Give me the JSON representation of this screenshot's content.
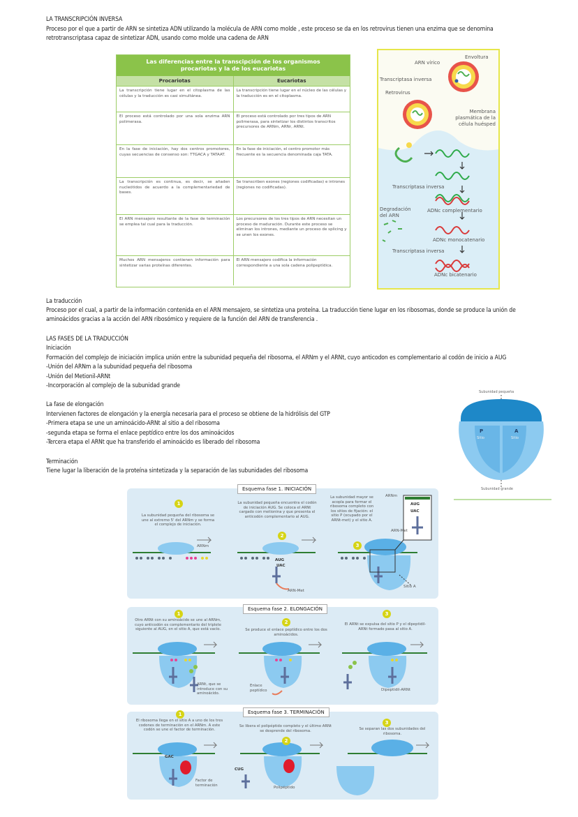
{
  "section1": {
    "title": "LA TRANSCRIPCIÓN INVERSA",
    "line1": "Proceso por el que a partir de ARN se sintetiza ADN utilizando la molécula de ARN como molde , este proceso se da en los retrovirus tienen una enzima que se denomina",
    "line2": "retrotranscriptasa capaz de sintetizar ADN, usando como molde una cadena de ARN"
  },
  "table": {
    "title": "Las diferencias entre la transcipción de los organismos procariotas y la de los eucariotas",
    "col1": "Procariotas",
    "col2": "Eucariotas",
    "rows": [
      {
        "p": "La transcripción tiene lugar en el citoplasma de las células y la traducción es casi simultánea.",
        "e": "La transcripción tiene lugar en el núcleo de las células y la traducción es en el citoplasma."
      },
      {
        "p": "El proceso está controlado por una sola enzima ARN polimerasa.",
        "e": "El proceso está controlado por tres tipos de ARN polimerasa, para sintetizar los distintos transcritos precursores de ARNm, ARNr, ARNt."
      },
      {
        "p": "En la fase de iniciación, hay dos centros promotores, cuyas secuencias de consenso son: TTGACA y TATAAT.",
        "e": "En la fase de iniciación, el centro promotor más frecuente es la secuencia denominada caja TATA."
      },
      {
        "p": "La transcripción es continua, es decir, se añaden nucleótidos de acuerdo a la complementariedad de bases.",
        "e": "Se transcriben exones (regiones codificadas) e intrones (regiones no codificadas)."
      },
      {
        "p": "El ARN mensajero resultante de la fase de terminación se emplea tal cual para la traducción.",
        "e": "Los precursores de los tres tipos de ARN necesitan un proceso de maduración. Durante este proceso se eliminan los intrones, mediante un proceso de splicing y se unen los exones."
      },
      {
        "p": "Muchos ARN mensajeros contienen información para sintetizar varias proteínas diferentes.",
        "e": "El ARN mensajero codifica la información correspondiente a una sola cadena polipeptídica."
      }
    ]
  },
  "retro": {
    "arn_virico": "ARN vírico",
    "envoltura": "Envoltura",
    "transcriptasa1": "Transcriptasa inversa",
    "retrovirus": "Retrovirus",
    "membrana": "Membrana plasmática de la célula huésped",
    "transcriptasa2": "Transcriptasa inversa",
    "degradacion": "Degradación del ARN",
    "adnc_comp": "ADNc complementario",
    "adnc_mono": "ADNc monocatenario",
    "transcriptasa3": "Transcriptasa inversa",
    "adnc_bi": "ADNc bicatenario"
  },
  "traduccion": {
    "title": "La traducción",
    "line1": "Proceso por el cual, a partir de la información contenida en el ARN mensajero, se sintetiza una proteína. La traducción tiene lugar en los ribosomas, donde se produce la unión de",
    "line2": "aminoácidos gracias a la acción del ARN ribosómico y requiere de la función del ARN de transferencia ."
  },
  "fases": {
    "title": "LAS FASES DE LA TRADUCCIÓN",
    "iniciacion": "Iniciación",
    "ini_line": "Formación del complejo de iniciación implica unión entre la subunidad pequeña del ribosoma, el ARNm y el ARNt, cuyo anticodon es complementario al  codón de inicio a AUG",
    "ini_b1": "-Unión del ARNm a la subunidad pequeña del ribosoma",
    "ini_b2": "-Unión del Metionil-ARNt",
    "ini_b3": "-Incorporación al complejo de la subunidad grande",
    "elong_title": "La fase de elongación",
    "elong_line": "Intervienen factores de elongación y la energía necesaria para el proceso se obtiene de la hidrólisis del  GTP",
    "elong_b1": "-Primera etapa se une un aminoácido-ARNt al sitio a del ribosoma",
    "elong_b2": "-segunda etapa se forma el enlace peptídico entre los dos aminoácidos",
    "elong_b3": "-Tercera etapa el ARNt que ha transferido el aminoácido es liberado del ribosoma",
    "term_title": "Terminación",
    "term_line": "Tiene lugar la liberación de la proteína sintetizada y la separación de las subunidades del ribosoma"
  },
  "ribosome": {
    "pequena": "Subunidad pequeña",
    "grande": "Subunidad grande",
    "p": "P",
    "a": "A",
    "sitio1": "Sitio",
    "sitio2": "Sitio"
  },
  "esquema1": {
    "title": "Esquema fase 1. INICIACIÓN",
    "s1": "La subunidad pequeña del ribosoma se une al extremo 5' del ARNm y se forma el complejo de iniciación.",
    "s2": "La subunidad pequeña encuentra el codón de iniciación AUG. Se coloca el ARNt cargado con metionina y que presenta el anticodón complementario al AUG.",
    "s3": "La subunidad mayor se acopla para formar el ribosoma completo con los sitios de fijación: el sitio P (ocupado por el ARNt-met) y el sitio A.",
    "arnm": "ARNm",
    "arnm2": "ARNm",
    "aug": "AUG",
    "uac": "UAC",
    "aug2": "AUG",
    "uac2": "UAC",
    "arn_met": "ARN-Met",
    "arn_met2": "ARN-Met",
    "sitio_a": "Sitio A"
  },
  "esquema2": {
    "title": "Esquema fase 2. ELONGACIÓN",
    "s1": "Otro ARNt con su aminoácido se une al ARNm, cuyo anticodón es complementario del triplete siguiente al AUG, en el sitio A, que está vacío.",
    "s2": "Se produce el enlace peptídico entre los dos aminoácidos.",
    "s3": "El ARNt se expulsa del sitio P y el dipeptidil-ARNt formado pasa al sitio A.",
    "arnt_label": "ARNt, que se introduce con su aminoácido.",
    "enlace": "Enlace peptídico",
    "dipeptidil": "Dipeptidil-ARNt"
  },
  "esquema3": {
    "title": "Esquema fase 3. TERMINACIÓN",
    "s1": "El ribosoma llega en el sitio A a uno de los tres codones de terminación en el ARNm. A este codón se une el factor de terminación.",
    "s2": "Se libera el polipéptido completo y el último ARNt se desprende del ribosoma.",
    "s3": "Se separan las dos subunidades del ribosoma.",
    "gac": "GAC",
    "cug": "CUG",
    "factor": "Factor de terminación",
    "polipeptido": "Polipéptido"
  }
}
